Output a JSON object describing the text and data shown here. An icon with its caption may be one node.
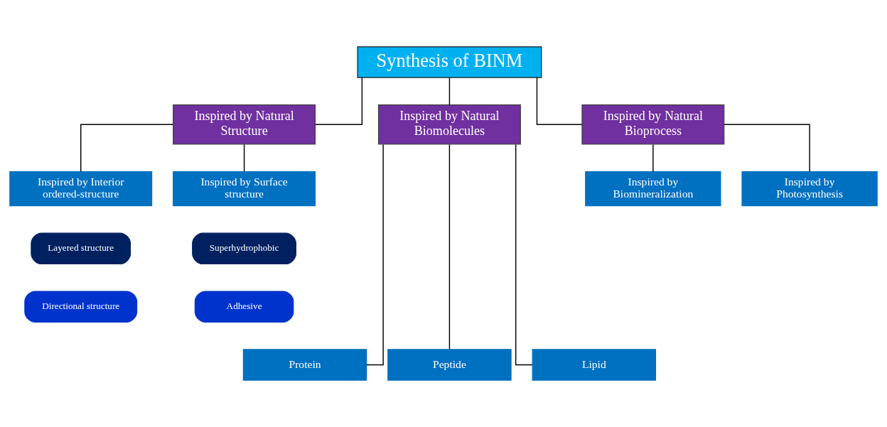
{
  "diagram": {
    "nodes": [
      {
        "text": [
          "Synthesis of BINM"
        ]
      },
      {
        "text": [
          "Inspired by Natural Structure"
        ]
      },
      {
        "text": [
          "Inspired by Natural Biomolecules"
        ]
      },
      {
        "text": [
          "Inspired by Natural Bioprocess"
        ]
      },
      {
        "text": [
          "Inspired by Interior ordered-structure"
        ]
      },
      {
        "text": [
          "Inspired by Surface structure"
        ]
      },
      {
        "text": [
          "Layered structure"
        ]
      },
      {
        "text": [
          "Directional structure"
        ]
      },
      {
        "text": [
          "Superhydrophobic"
        ]
      },
      {
        "text": [
          "Adhesive"
        ]
      },
      {
        "text": [
          "Inspired by Biomineralization"
        ]
      },
      {
        "text": [
          "Inspired by Photosynthesis"
        ]
      },
      {
        "text": [
          "Protein"
        ]
      },
      {
        "text": [
          "Peptide"
        ]
      },
      {
        "text": [
          "Lipid"
        ]
      }
    ],
    "edges": [
      {
        "from": 0,
        "to": 1,
        "arrow": "none"
      },
      {
        "from": 0,
        "to": 2,
        "arrow": "none"
      },
      {
        "from": 0,
        "to": 3,
        "arrow": "none"
      },
      {
        "from": 1,
        "to": 4,
        "arrow": "none"
      },
      {
        "from": 1,
        "to": 5,
        "arrow": "none"
      },
      {
        "from": 3,
        "to": 10,
        "arrow": "none"
      },
      {
        "from": 3,
        "to": 11,
        "arrow": "none"
      },
      {
        "from": 2,
        "to": 12,
        "arrow": "none"
      },
      {
        "from": 2,
        "to": 13,
        "arrow": "none"
      },
      {
        "from": 2,
        "to": 14,
        "arrow": "none"
      }
    ]
  }
}
